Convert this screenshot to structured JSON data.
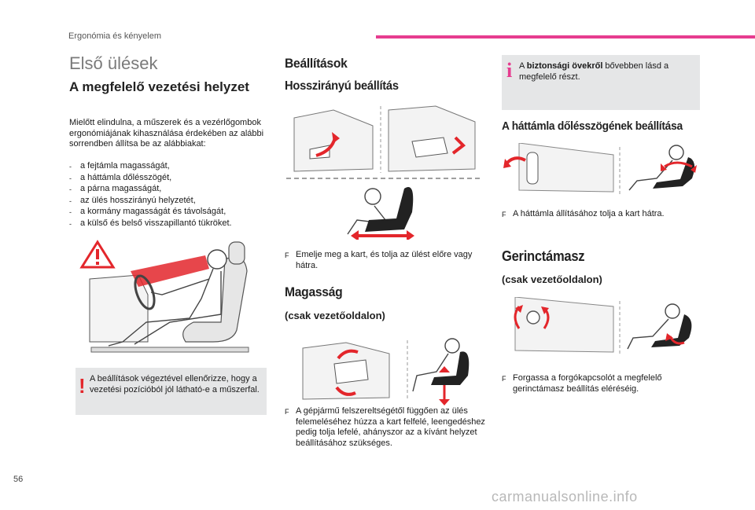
{
  "header": {
    "section": "Ergonómia és kényelem",
    "accent": "#e63c8f"
  },
  "page_number": "56",
  "watermark": "carmanualsonline.info",
  "col1": {
    "title": "Első ülések",
    "heading": "A megfelelő vezetési helyzet",
    "intro": "Mielőtt elindulna, a műszerek és a vezérlőgombok ergonómiájának kihasználása érdekében az alábbi sorrendben állítsa be az alábbiakat:",
    "list": [
      "a fejtámla magasságát,",
      "a háttámla dőlésszögét,",
      "a párna magasságát,",
      "az ülés hosszirányú helyzetét,",
      "a kormány magasságát és távolságát,",
      "a külső és belső visszapillantó tükröket."
    ],
    "warning_note": "A beállítások végeztével ellenőrizze, hogy a vezetési pozícióból jól látható-e a műszerfal."
  },
  "col2": {
    "title": "Beállítások",
    "section1_heading": "Hosszirányú beállítás",
    "section1_step": "Emelje meg a kart, és tolja az ülést előre vagy hátra.",
    "section2_heading": "Magasság",
    "section2_sub": "(csak vezetőoldalon)",
    "section2_step": "A gépjármű felszereltségétől függően az ülés felemeléséhez húzza a kart felfelé, leengedéshez pedig tolja lefelé, ahányszor az a kívánt helyzet beállításához szükséges."
  },
  "col3": {
    "info_note_prefix": "A ",
    "info_note_bold": "biztonsági övekről",
    "info_note_rest": " bővebben lásd a megfelelő részt.",
    "section1_heading": "A háttámla dőlésszögének beállítása",
    "section1_step": "A háttámla állításához tolja a kart hátra.",
    "section2_heading": "Gerinctámasz",
    "section2_sub": "(csak vezetőoldalon)",
    "section2_step": "Forgassa a forgókapcsolót a megfelelő gerinctámasz beállítás eléréséig."
  },
  "icons": {
    "step_bullet": "F",
    "warning": "!",
    "info": "i",
    "list_dash": "-"
  },
  "colors": {
    "arrow_red": "#e3262b",
    "note_bg": "#e5e6e7",
    "info_pink": "#e63c8f",
    "warning_red": "#e3262b"
  }
}
